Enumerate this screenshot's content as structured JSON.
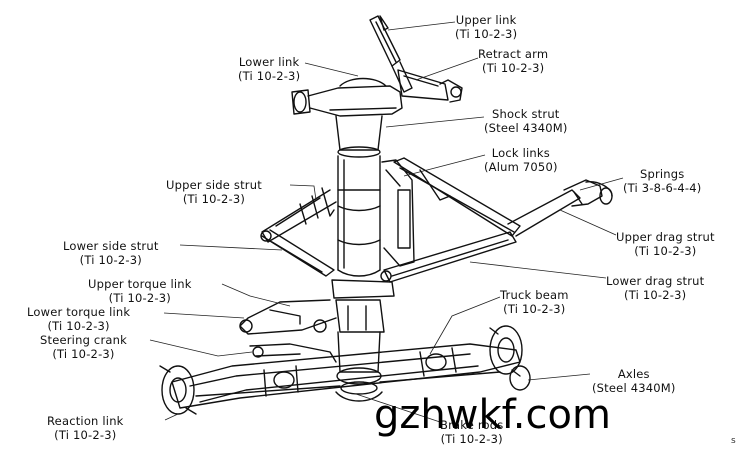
{
  "labels": {
    "upper_link": {
      "name": "Upper link",
      "material": "(Ti 10-2-3)"
    },
    "lower_link": {
      "name": "Lower link",
      "material": "(Ti 10-2-3)"
    },
    "retract_arm": {
      "name": "Retract arm",
      "material": "(Ti 10-2-3)"
    },
    "shock_strut": {
      "name": "Shock strut",
      "material": "(Steel 4340M)"
    },
    "lock_links": {
      "name": "Lock links",
      "material": "(Alum 7050)"
    },
    "springs": {
      "name": "Springs",
      "material": "(Ti 3-8-6-4-4)"
    },
    "upper_side_strut": {
      "name": "Upper side strut",
      "material": "(Ti 10-2-3)"
    },
    "upper_drag_strut": {
      "name": "Upper drag strut",
      "material": "(Ti 10-2-3)"
    },
    "lower_side_strut": {
      "name": "Lower side strut",
      "material": "(Ti 10-2-3)"
    },
    "lower_drag_strut": {
      "name": "Lower drag strut",
      "material": "(Ti 10-2-3)"
    },
    "upper_torque_link": {
      "name": "Upper torque link",
      "material": "(Ti 10-2-3)"
    },
    "truck_beam": {
      "name": "Truck beam",
      "material": "(Ti 10-2-3)"
    },
    "lower_torque_link": {
      "name": "Lower torque link",
      "material": "(Ti 10-2-3)"
    },
    "steering_crank": {
      "name": "Steering crank",
      "material": "(Ti 10-2-3)"
    },
    "axles": {
      "name": "Axles",
      "material": "(Steel 4340M)"
    },
    "reaction_link": {
      "name": "Reaction link",
      "material": "(Ti 10-2-3)"
    },
    "brake_rods": {
      "name": "Brake rods",
      "material": "(Ti 10-2-3)"
    }
  },
  "watermark": "gzhwkf.com",
  "corner_mark": "s"
}
